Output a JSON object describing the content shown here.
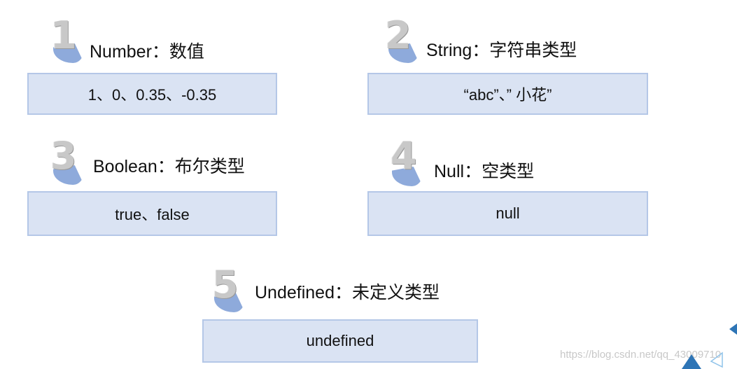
{
  "slide": {
    "items": [
      {
        "number": "1",
        "title": "Number：数值",
        "example": "1、0、0.35、-0.35"
      },
      {
        "number": "2",
        "title": "String：字符串类型",
        "example": "“abc”、” 小花”"
      },
      {
        "number": "3",
        "title": "Boolean：布尔类型",
        "example": "true、false"
      },
      {
        "number": "4",
        "title": "Null：空类型",
        "example": "null"
      },
      {
        "number": "5",
        "title": "Undefined：未定义类型",
        "example": "undefined"
      }
    ],
    "watermark": "https://blog.csdn.net/qq_43009710",
    "colors": {
      "box_fill": "#dae3f3",
      "box_border": "#b4c7e7",
      "number_fan": "#8eaadb",
      "accent_triangle": "#2e75b6"
    }
  }
}
